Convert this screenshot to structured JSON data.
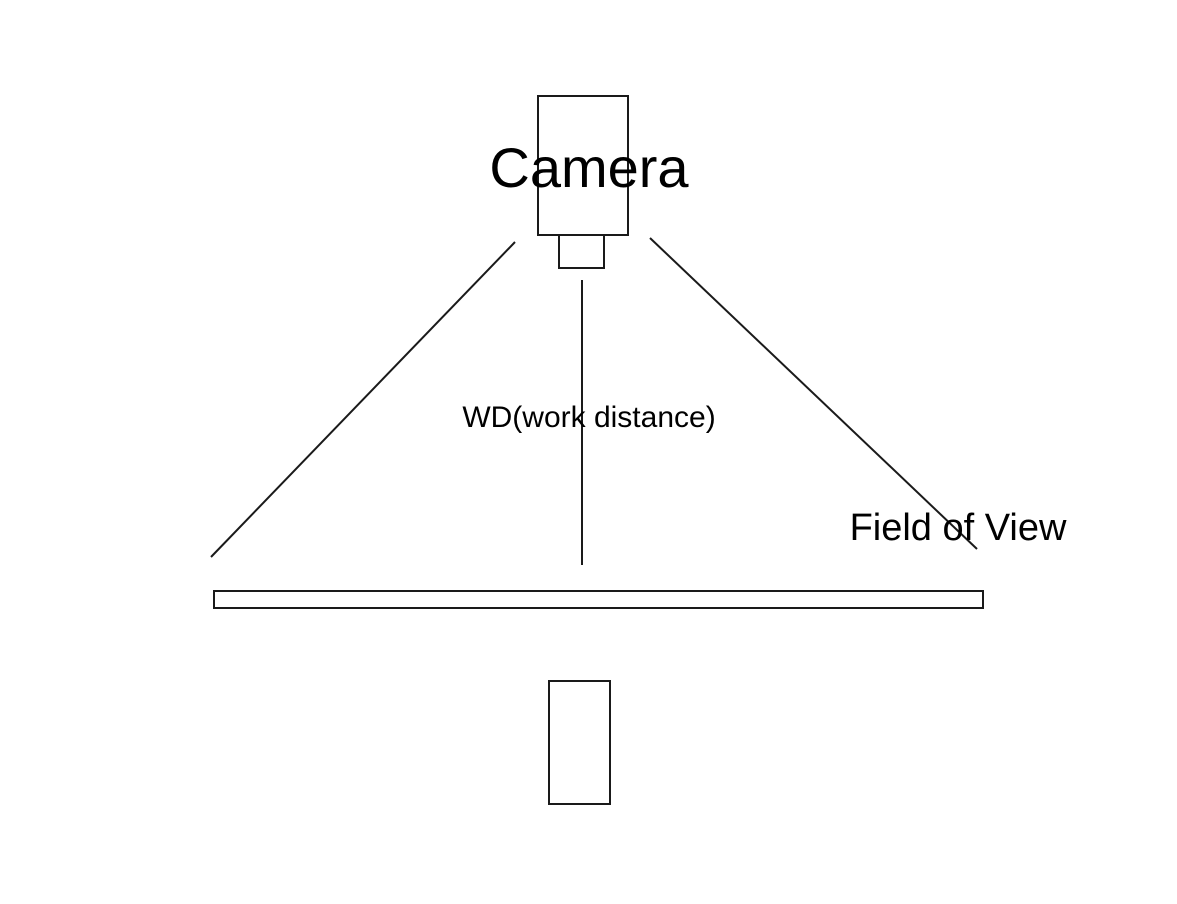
{
  "diagram": {
    "camera_label": "Camera",
    "work_distance_label": "WD(work distance)",
    "field_of_view_label": "Field of View",
    "stroke_color": "#1a1a1a",
    "background_color": "#ffffff"
  }
}
